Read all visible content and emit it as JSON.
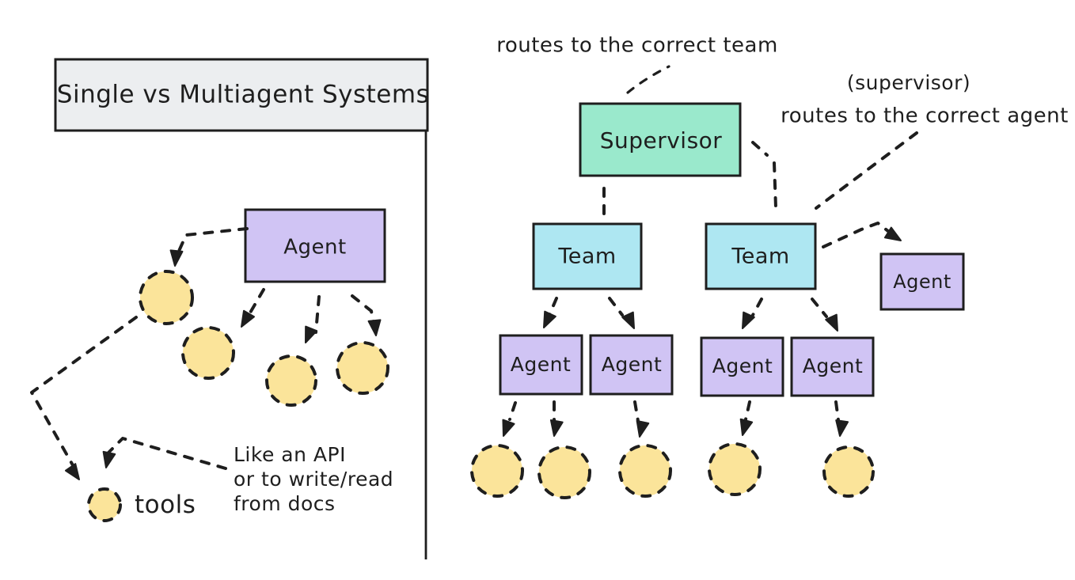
{
  "colors": {
    "background": "#ffffff",
    "ink": "#1e1e1e",
    "title_gray": "#eceef0",
    "purple": "#d0c4f4",
    "green": "#9ae9cc",
    "cyan": "#aee7f2",
    "yellow": "#fbe49a"
  },
  "title": {
    "label": "Single vs Multiagent Systems"
  },
  "left": {
    "agent_label": "Agent",
    "tools_label": "tools",
    "note_lines": [
      "Like an API",
      "or to write/read",
      "from docs"
    ]
  },
  "right": {
    "annotation_team": "routes to the correct team",
    "annotation_supervisor": "(supervisor)",
    "annotation_agent": "routes to the correct agent",
    "supervisor_label": "Supervisor",
    "team_labels": [
      "Team",
      "Team"
    ],
    "solo_agent_label": "Agent",
    "agent_labels": [
      "Agent",
      "Agent",
      "Agent",
      "Agent"
    ]
  }
}
